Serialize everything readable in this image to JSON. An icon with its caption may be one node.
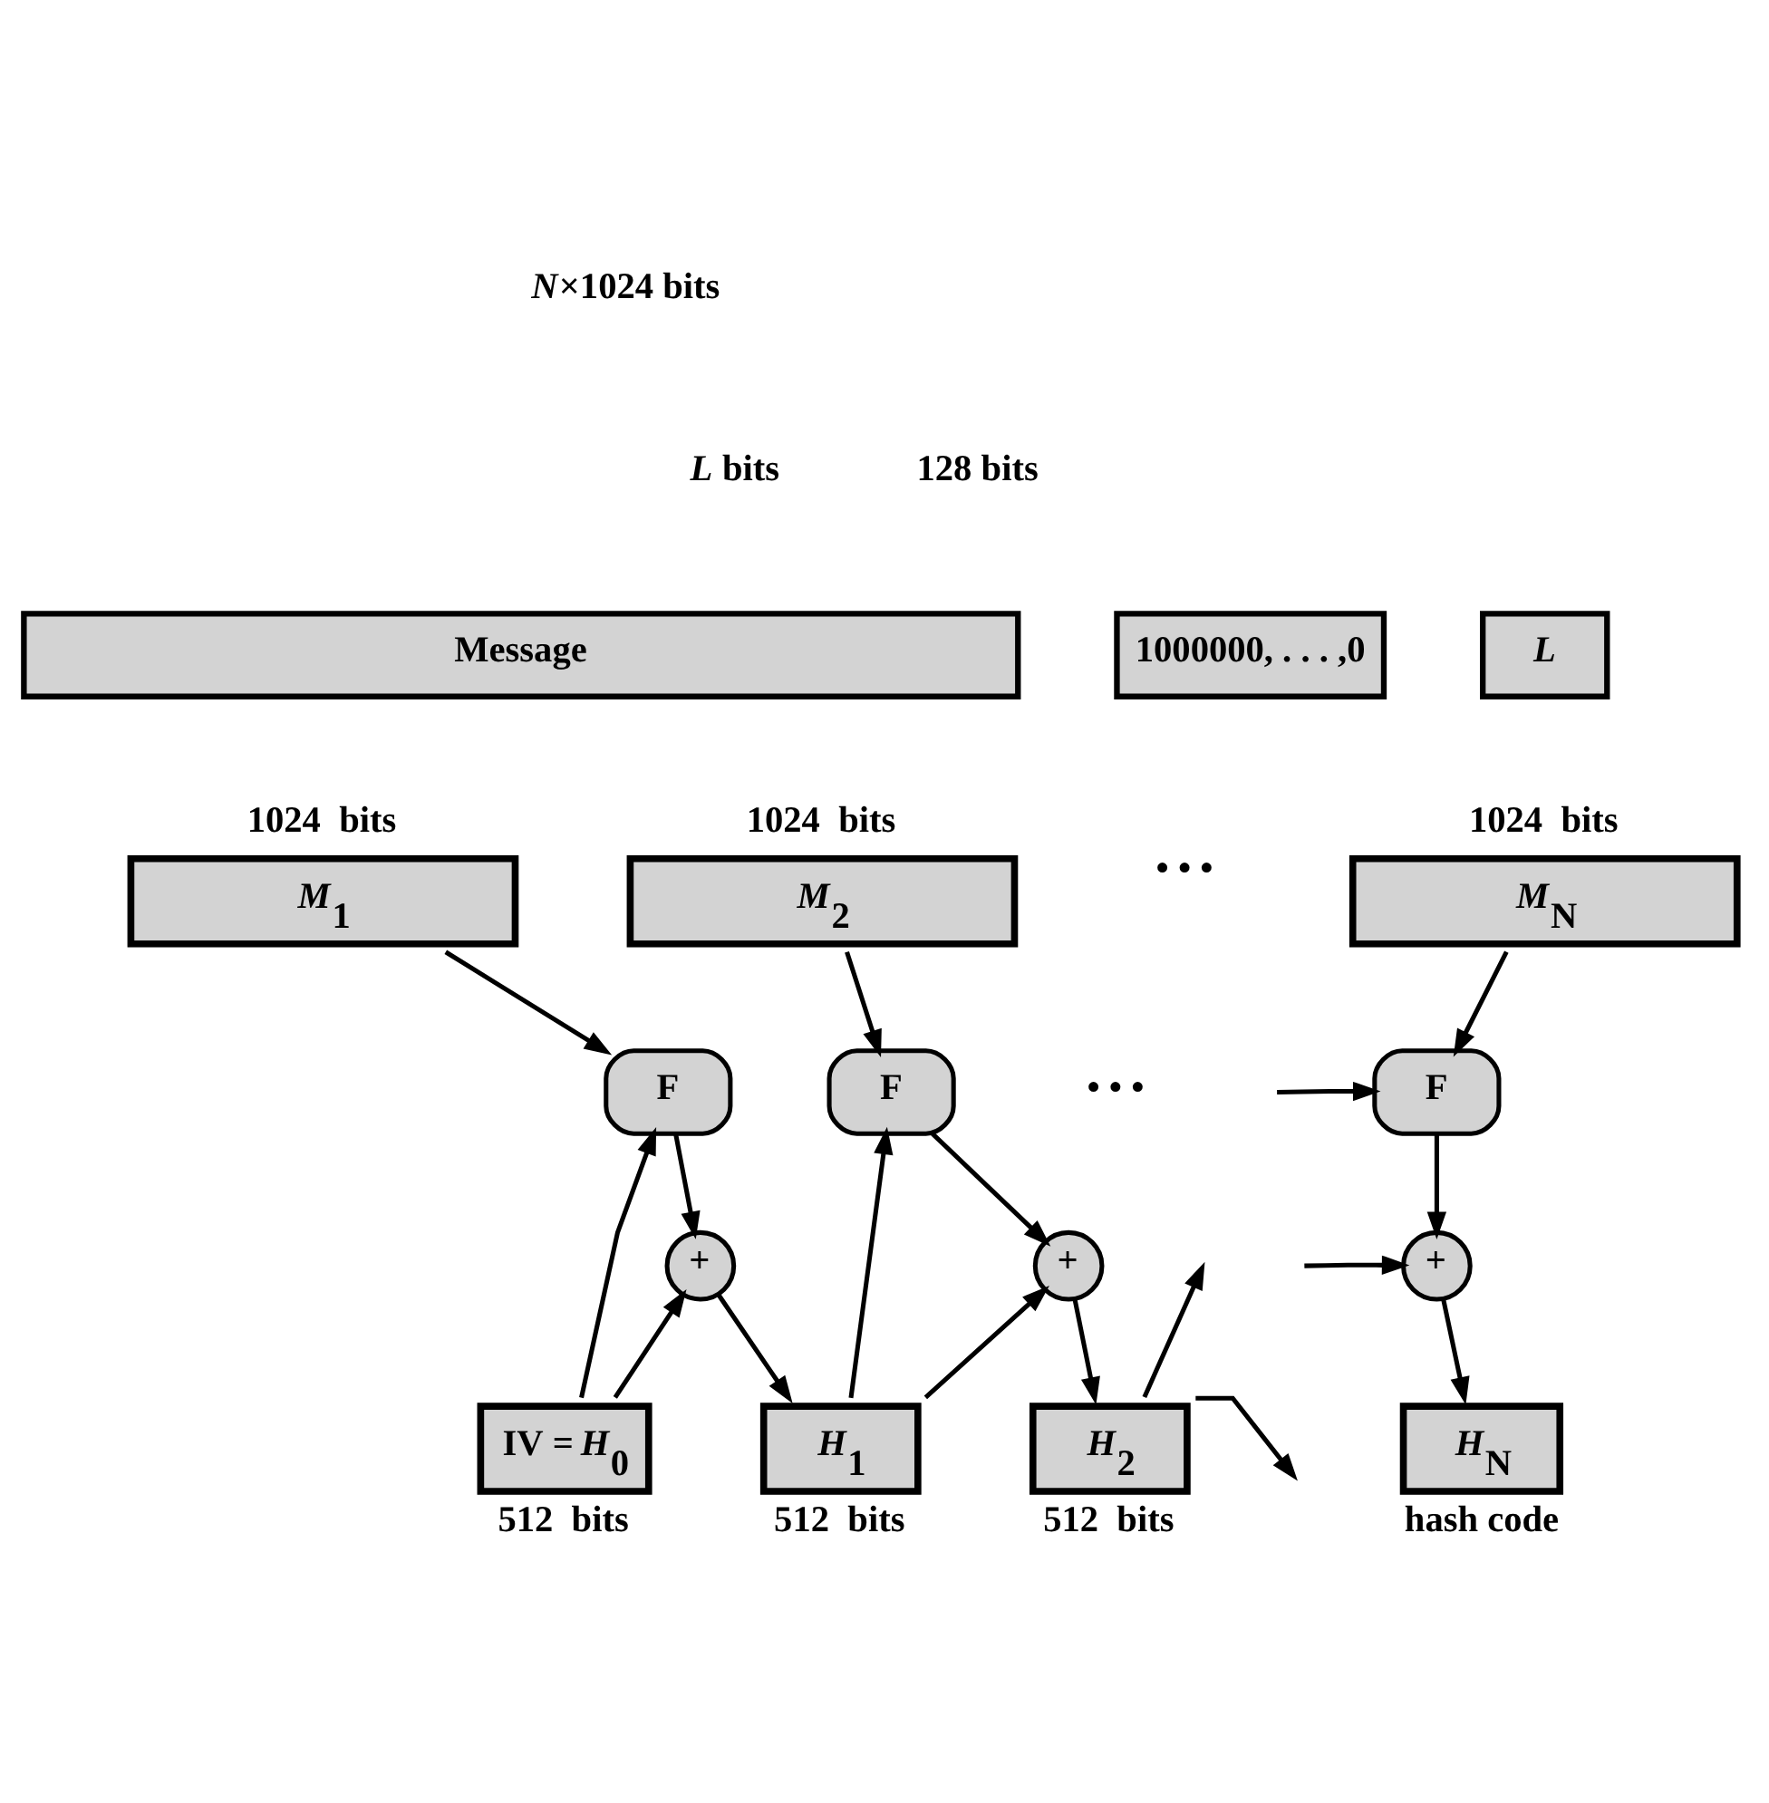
{
  "diagram": {
    "nodes": [
      {
        "text": [
          "Message"
        ]
      },
      {
        "text": [
          "1000000, . . . ,0"
        ]
      },
      {
        "text": [
          "*L*"
        ]
      },
      {
        "text": [
          "*M*$_{1}$"
        ],
        "beside": [
          "1024  bits"
        ]
      },
      {
        "text": [
          "*M*$_{2}$"
        ],
        "beside": [
          "1024  bits"
        ]
      },
      {
        "text": [
          "*M*$_{N}$"
        ],
        "beside": [
          "1024  bits"
        ]
      },
      {
        "text": [
          "IV = *H*$_{0}$"
        ],
        "beside": [
          "512  bits"
        ]
      },
      {
        "text": [
          "F"
        ]
      },
      {
        "text": [
          "+"
        ]
      },
      {
        "text": [
          "*H*$_{1}$"
        ],
        "beside": [
          "512  bits"
        ]
      },
      {
        "text": [
          "F"
        ]
      },
      {
        "text": [
          "+"
        ]
      },
      {
        "text": [
          "*H*$_{2}$"
        ],
        "beside": [
          "512  bits"
        ]
      },
      {
        "text": [
          "F"
        ]
      },
      {
        "text": [
          "+"
        ]
      },
      {
        "text": [
          "*H*$_{N}$"
        ],
        "beside": [
          "hash code"
        ]
      }
    ],
    "edges": [
      {
        "from": 3,
        "to": 7,
        "arrow": "to"
      },
      {
        "from": 7,
        "to": 8,
        "arrow": "to"
      },
      {
        "from": 8,
        "to": 9,
        "arrow": "to"
      },
      {
        "from": 6,
        "to": 7,
        "arrow": "to"
      },
      {
        "from": 6,
        "to": 8,
        "arrow": "to"
      },
      {
        "from": 4,
        "to": 10,
        "arrow": "to"
      },
      {
        "from": 10,
        "to": 11,
        "arrow": "to"
      },
      {
        "from": 11,
        "to": 12,
        "arrow": "to"
      },
      {
        "from": 9,
        "to": 10,
        "arrow": "to"
      },
      {
        "from": 9,
        "to": 11,
        "arrow": "to"
      },
      {
        "from": 12,
        "to": null,
        "arrow": "to"
      },
      {
        "from": 12,
        "to": null,
        "arrow": "to"
      },
      {
        "from": null,
        "to": 13,
        "arrow": "to"
      },
      {
        "from": null,
        "to": 14,
        "arrow": "to"
      },
      {
        "from": 5,
        "to": 13,
        "arrow": "to"
      },
      {
        "from": 13,
        "to": 14,
        "arrow": "to"
      },
      {
        "from": 14,
        "to": 15,
        "arrow": "to"
      }
    ],
    "labels": [
      "*N*×1024 bits",
      "*L* bits",
      "128 bits",
      "• • •",
      "• • •"
    ]
  }
}
